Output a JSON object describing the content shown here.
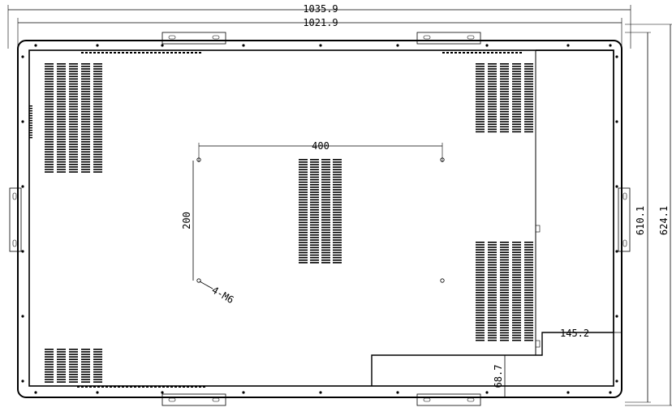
{
  "dimensions": {
    "overall_width": "1035.9",
    "inner_width": "1021.9",
    "overall_height": "624.1",
    "inner_height": "610.1",
    "vesa_horizontal": "400",
    "vesa_vertical": "200",
    "mount_screws": "4-M6",
    "side_panel_width": "145.2",
    "bottom_offset": "68.7"
  },
  "colors": {
    "ink": "#000000",
    "paper": "#ffffff"
  }
}
